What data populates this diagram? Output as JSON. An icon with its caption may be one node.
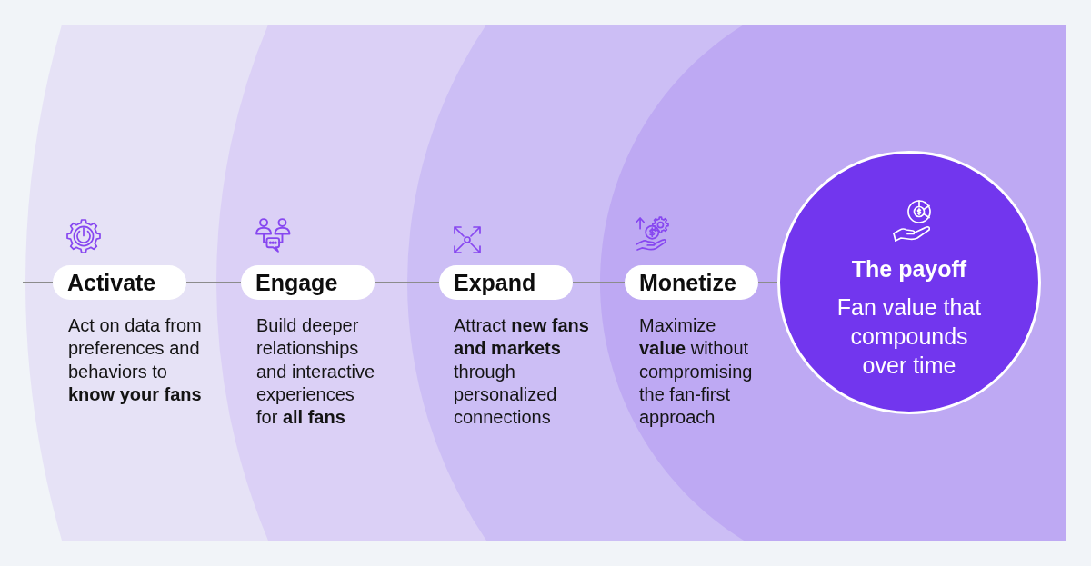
{
  "diagram": {
    "nodes": [
      {
        "text": [
          "Activate"
        ],
        "beside": [
          "Act on data from preferences and behaviors to **know your fans**"
        ]
      },
      {
        "text": [
          "Engage"
        ],
        "beside": [
          "Build deeper relationships and interactive experiences for **all fans**"
        ]
      },
      {
        "text": [
          "Expand"
        ],
        "beside": [
          "Attract **new fans and markets** through personalized connections"
        ]
      },
      {
        "text": [
          "Monetize"
        ],
        "beside": [
          "Maximize **value** without compromising the fan-first approach"
        ]
      },
      {
        "text": [
          "The payoff",
          "Fan value that compounds over time"
        ]
      }
    ],
    "edges": [
      {
        "from": null,
        "to": 0,
        "arrow": "none"
      },
      {
        "from": 0,
        "to": 1,
        "arrow": "none"
      },
      {
        "from": 1,
        "to": 2,
        "arrow": "none"
      },
      {
        "from": 2,
        "to": 3,
        "arrow": "none"
      },
      {
        "from": 3,
        "to": 4,
        "arrow": "none"
      }
    ]
  }
}
